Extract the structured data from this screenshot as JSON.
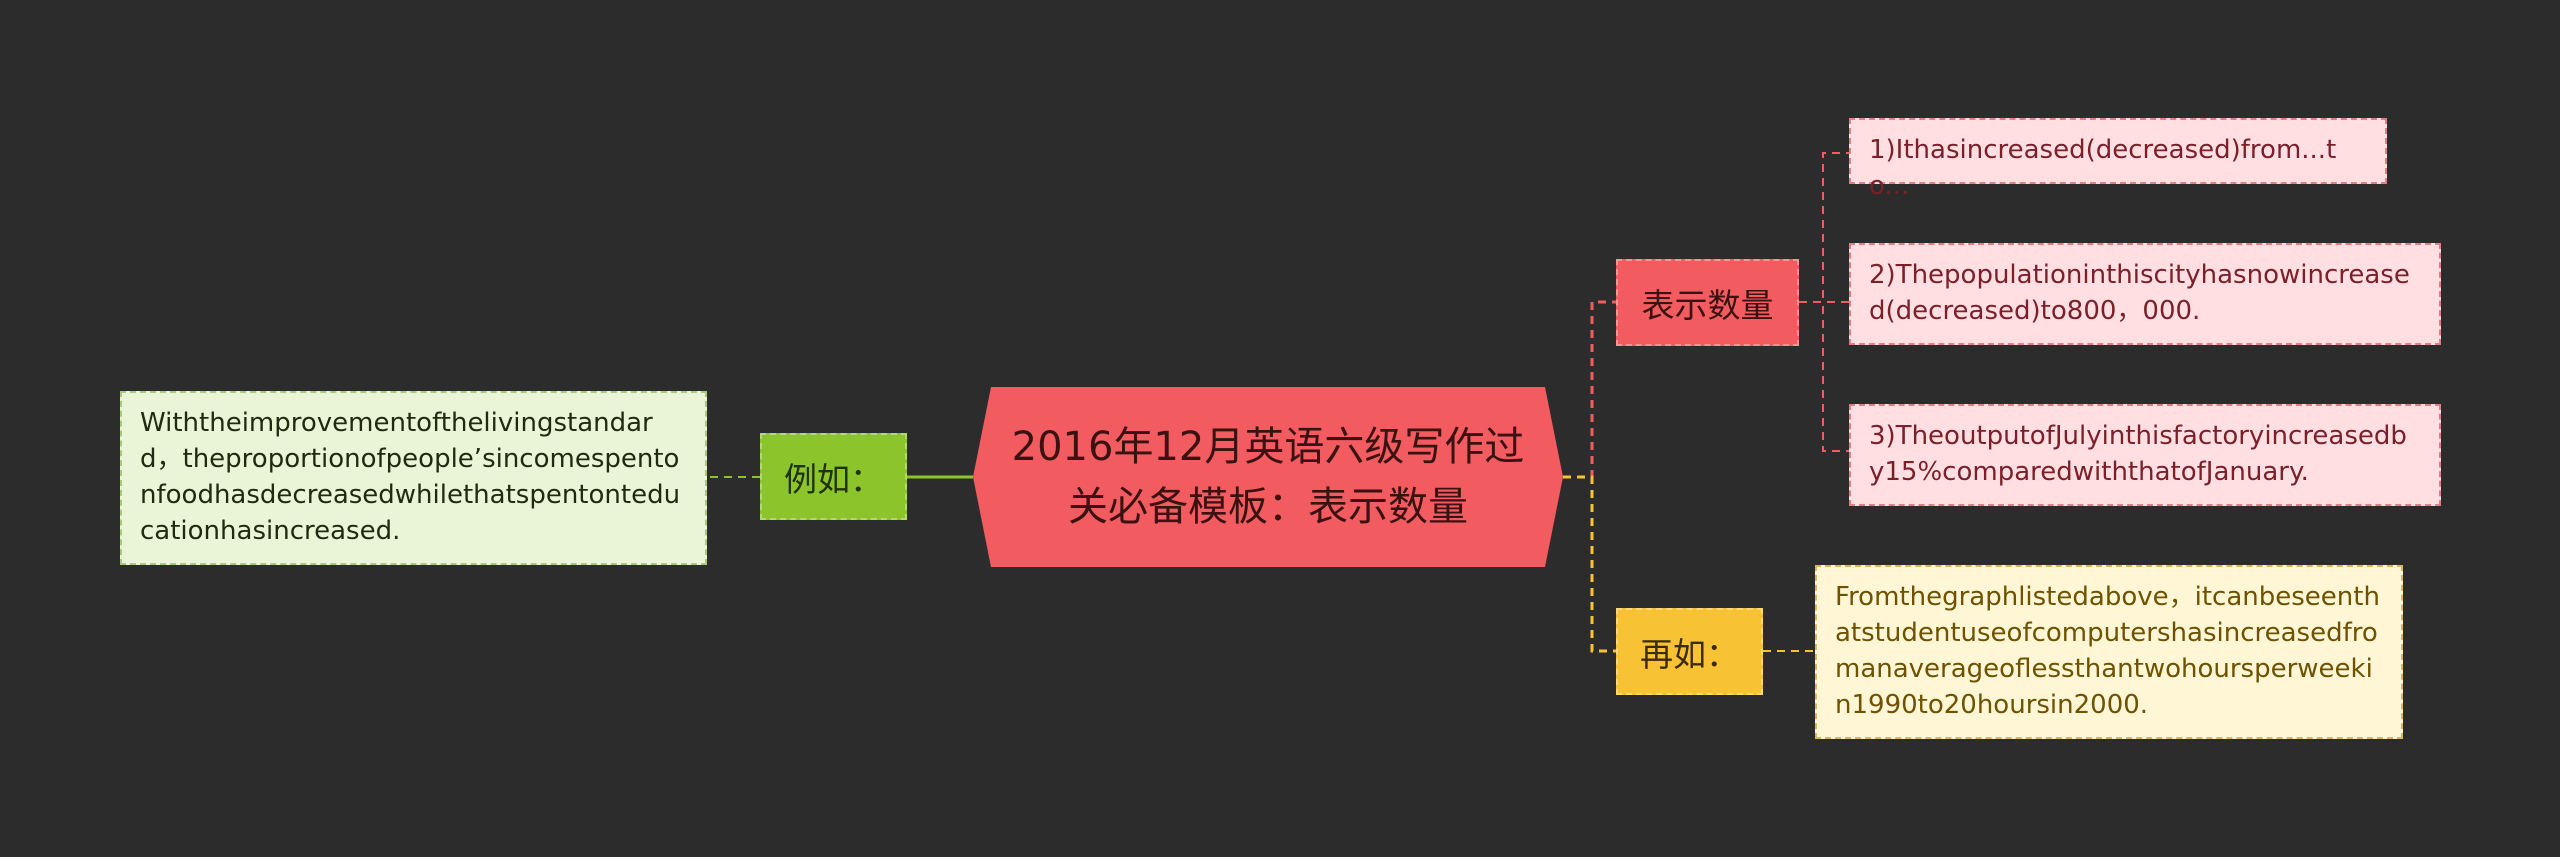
{
  "root": {
    "title": "2016年12月英语六级写作过关必备模板：表示数量"
  },
  "branches": {
    "quantity": {
      "label": "表示数量",
      "items": [
        "1)Ithasincreased(decreased)from...to...",
        "2)Thepopulationinthiscityhasnowincreased(decreased)to800，000.",
        "3)TheoutputofJulyinthisfactoryincreasedby15%comparedwiththatofJanuary."
      ]
    },
    "again": {
      "label": "再如：",
      "items": [
        "Fromthegraphlistedabove，itcanbeseenthatstudentuseofcomputershasincreasedfromanaverageoflessthantwohoursperweekin1990to20hoursin2000."
      ]
    },
    "example": {
      "label": "例如：",
      "items": [
        "Withtheimprovementofthelivingstandard，theproportionofpeople’sincomespentonfoodhasdecreasedwhilethatspentonteducationhasincreased."
      ]
    }
  },
  "colors": {
    "background": "#2c2c2c",
    "root": "#f25b5f",
    "quantity": "#f25b5f",
    "again": "#f7c335",
    "example": "#8cc42b"
  }
}
